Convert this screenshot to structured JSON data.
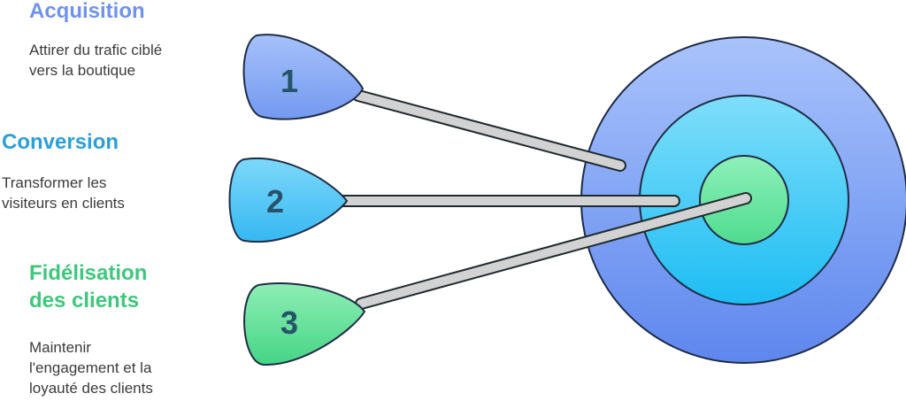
{
  "steps": [
    {
      "number": "1",
      "title": [
        "Acquisition"
      ],
      "description": [
        "Attirer du trafic ciblé",
        "vers la boutique"
      ],
      "color": "#6f92ee"
    },
    {
      "number": "2",
      "title": [
        "Conversion"
      ],
      "description": [
        "Transformer les",
        "visiteurs en clients"
      ],
      "color": "#2a9fda"
    },
    {
      "number": "3",
      "title": [
        "Fidélisation",
        "des clients"
      ],
      "description": [
        "Maintenir",
        "l'engagement et la",
        "loyauté des clients"
      ],
      "color": "#3fc77b"
    }
  ],
  "colors": {
    "outer_ring": "#7099f0",
    "middle_ring": "#2ec3f4",
    "bullseye": "#63e29a",
    "arrow_shaft": "#d2d2d2",
    "number_text": "#26526a",
    "description_text": "#3b3b3b"
  }
}
